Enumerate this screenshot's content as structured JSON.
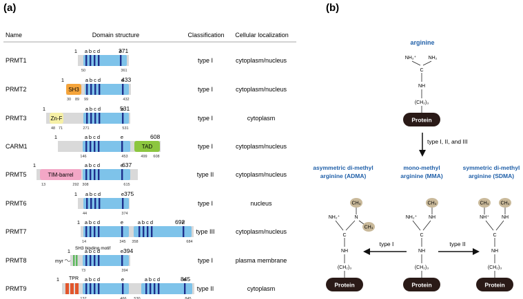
{
  "panel_a": {
    "label": "(a)",
    "headers": {
      "name": "Name",
      "domain": "Domain structure",
      "class": "Classification",
      "loc": "Cellular localization"
    },
    "rows": [
      {
        "name": "PRMT1",
        "classification": "type I",
        "localization": "cytoplasm/nucleus",
        "length": "371",
        "start_label": "1",
        "motif_letters": "a b c d",
        "motif_e": "e",
        "catalytic": [
          {
            "from": "50",
            "to": "361"
          }
        ],
        "extra_domains": []
      },
      {
        "name": "PRMT2",
        "classification": "type I",
        "localization": "cytoplasm/nucleus",
        "length": "433",
        "start_label": "1",
        "motif_letters": "a b c d",
        "motif_e": "e",
        "catalytic": [
          {
            "from": "99",
            "to": "432"
          }
        ],
        "extra_domains": [
          {
            "label": "SH3",
            "from": "30",
            "to": "89",
            "color": "#f5a43a"
          }
        ]
      },
      {
        "name": "PRMT3",
        "classification": "type I",
        "localization": "cytoplasm",
        "length": "531",
        "start_label": "1",
        "motif_letters": "a b c d",
        "motif_e": "e",
        "catalytic": [
          {
            "from": "271",
            "to": "531"
          }
        ],
        "extra_domains": [
          {
            "label": "Zn-F",
            "from": "48",
            "to": "71",
            "color": "#f6f0a6"
          }
        ]
      },
      {
        "name": "CARM1",
        "classification": "type I",
        "localization": "cytoplasm/nucleus",
        "length": "608",
        "start_label": "1",
        "motif_letters": "a b c d",
        "motif_e": "e",
        "catalytic": [
          {
            "from": "146",
            "to": "453"
          }
        ],
        "extra_domains": [
          {
            "label": "TAD",
            "from": "499",
            "to": "608",
            "color": "#8cc63f"
          }
        ]
      },
      {
        "name": "PRMT5",
        "classification": "type II",
        "localization": "cytoplasm/nucleus",
        "length": "637",
        "start_label": "1",
        "motif_letters": "a b c d",
        "motif_e": "e",
        "catalytic": [
          {
            "from": "308",
            "to": "615"
          }
        ],
        "extra_domains": [
          {
            "label": "TIM-barrel",
            "from": "13",
            "to": "292",
            "color": "#f3a7c6"
          }
        ]
      },
      {
        "name": "PRMT6",
        "classification": "type I",
        "localization": "nucleus",
        "length": "375",
        "start_label": "1",
        "motif_letters": "a b c d",
        "motif_e": "e",
        "catalytic": [
          {
            "from": "44",
            "to": "374"
          }
        ],
        "extra_domains": []
      },
      {
        "name": "PRMT7",
        "classification": "type III",
        "localization": "cytoplasm/nucleus",
        "length": "692",
        "start_label": "1",
        "motif_letters": "a b c d",
        "motif_e": "e",
        "catalytic": [
          {
            "from": "14",
            "to": "345"
          },
          {
            "from": "358",
            "to": "684"
          }
        ],
        "extra_domains": []
      },
      {
        "name": "PRMT8",
        "classification": "type I",
        "localization": "plasma membrane",
        "length": "394",
        "start_label": "1",
        "motif_letters": "a b c d",
        "motif_e": "e",
        "catalytic": [
          {
            "from": "73",
            "to": "394"
          }
        ],
        "extra_domains": [],
        "myr_label": "myr",
        "motif_note": "SH3 binding motif"
      },
      {
        "name": "PRMT9",
        "classification": "type II",
        "localization": "cytoplasm",
        "length": "845",
        "start_label": "1",
        "motif_letters": "a b c d",
        "motif_e": "e",
        "catalytic": [
          {
            "from": "137",
            "to": "466"
          },
          {
            "from": "530",
            "to": "845"
          }
        ],
        "extra_domains": [],
        "tpr_label": "TPR"
      }
    ]
  },
  "panel_b": {
    "label": "(b)",
    "arginine_title": "arginine",
    "protein_label": "Protein",
    "arrow_label": "type I, II, and III",
    "adma_title_1": "asymmetric di-methyl",
    "adma_title_2": "arginine (ADMA)",
    "mma_title_1": "mono-methyl",
    "mma_title_2": "arginine (MMA)",
    "sdma_title_1": "symmetric di-methyl",
    "sdma_title_2": "arginine (SDMA)",
    "type1_label": "type I",
    "type2_label": "type II",
    "chem": {
      "nh2plus": "NH₂⁺",
      "nh2": "NH₂",
      "nhplus": "NH⁺",
      "nh": "NH",
      "n": "N",
      "c": "C",
      "ch2": "(CH₂)₃",
      "ch3": "CH₃"
    },
    "colors": {
      "title_blue": "#1f5fa8",
      "protein_bg": "#2a1a17",
      "methyl": "#c9b99a"
    }
  },
  "colors": {
    "backbone": "#d9d9d9",
    "catalytic": "#7ec3ea",
    "motif": "#1e2f8c",
    "tpr": "#e2562c",
    "myr_green": "#5cb85c"
  }
}
